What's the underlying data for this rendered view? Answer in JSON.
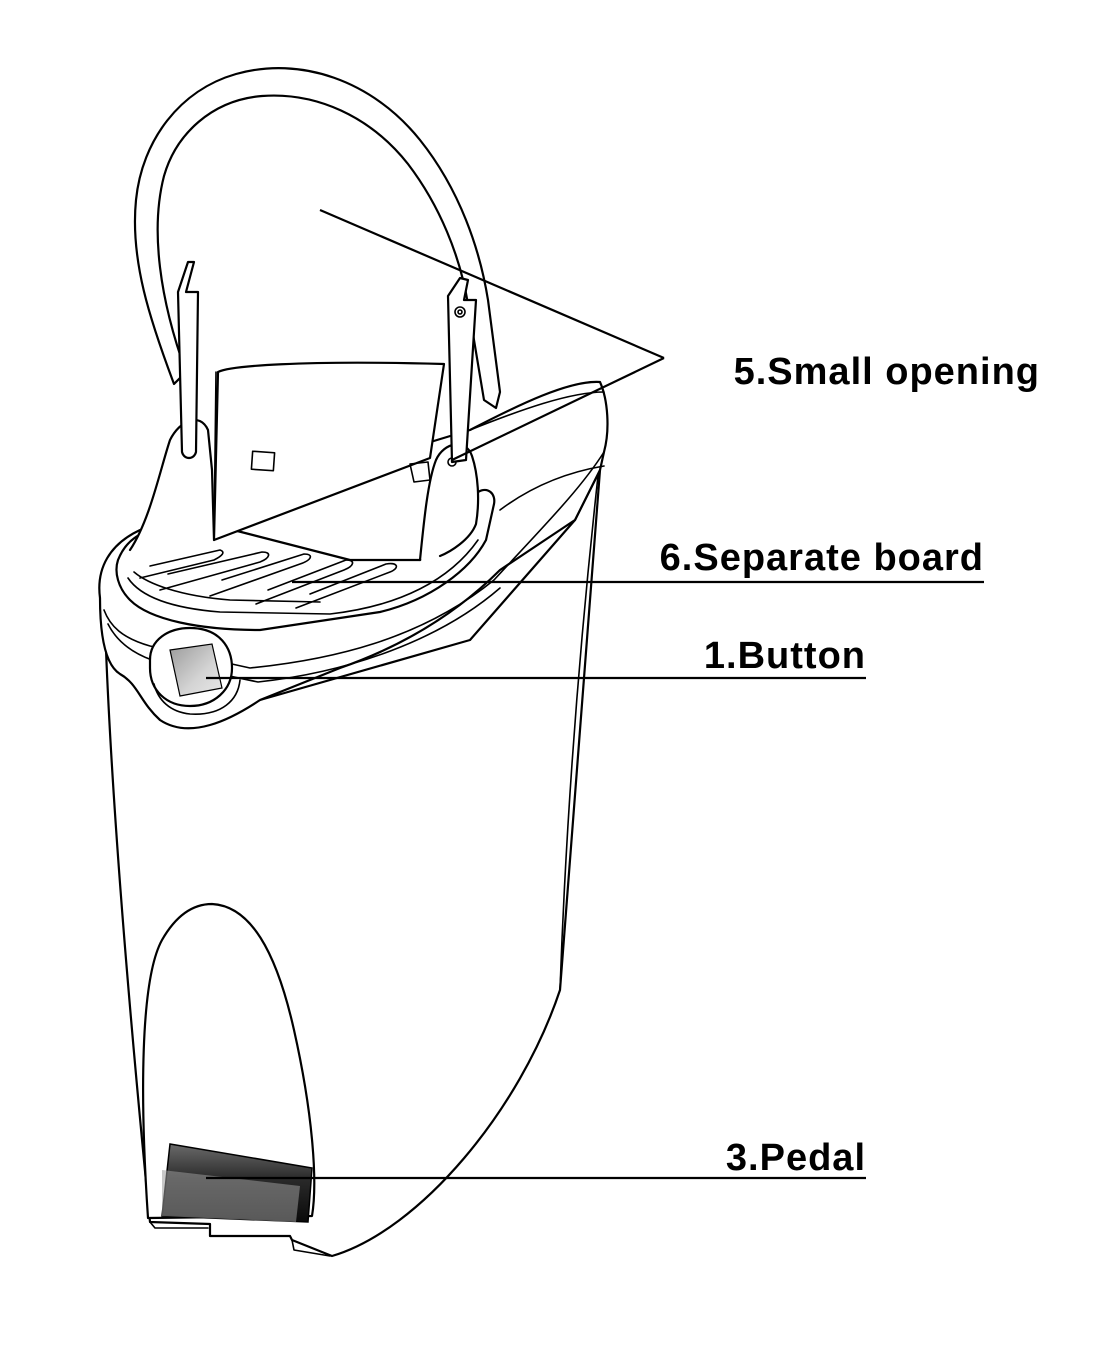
{
  "callouts": {
    "small_opening": "5.Small opening",
    "separate_board": "6.Separate board",
    "button": "1.Button",
    "pedal": "3.Pedal"
  },
  "colors": {
    "line": "#000000",
    "background": "#ffffff",
    "button_fill": "#bdbdbd",
    "pedal_fill": "#2a2a2a"
  }
}
